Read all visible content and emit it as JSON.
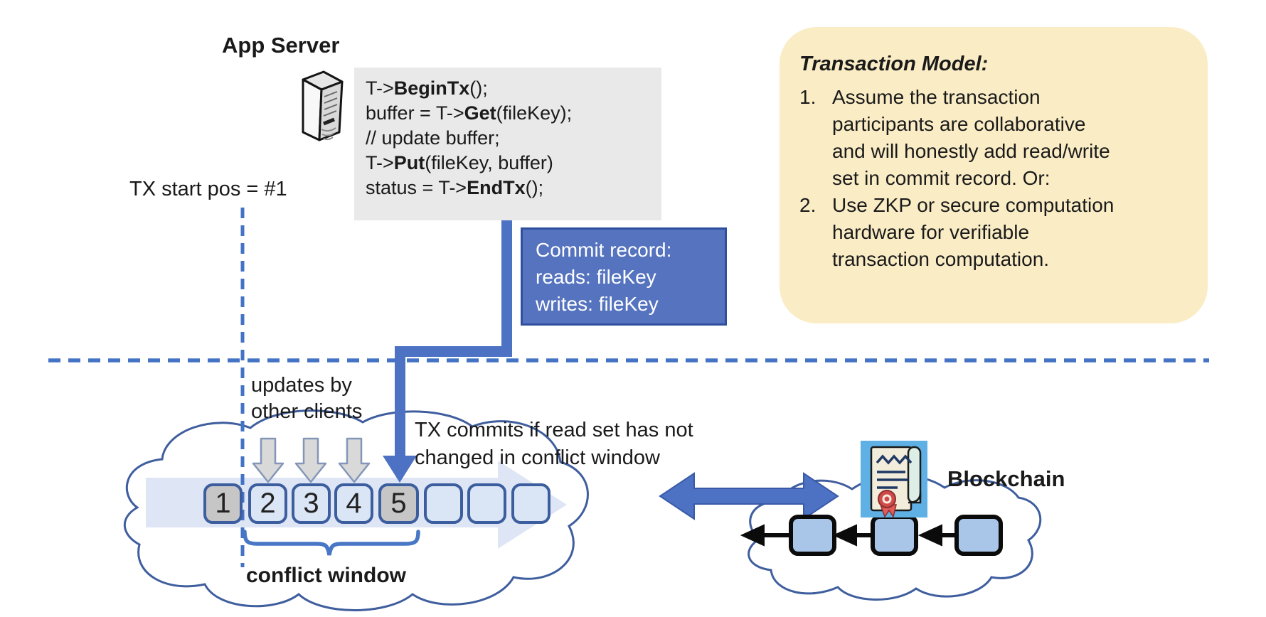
{
  "app_server": {
    "title": "App Server"
  },
  "code_block": {
    "lines": [
      {
        "segs": [
          {
            "t": "T->"
          },
          {
            "t": "BeginTx"
          },
          {
            "t": "();"
          }
        ]
      },
      {
        "segs": [
          {
            "t": "buffer = T->"
          },
          {
            "t": "Get"
          },
          {
            "t": "(fileKey);"
          }
        ]
      },
      {
        "segs": [
          {
            "t": "// update buffer;"
          }
        ]
      },
      {
        "segs": [
          {
            "t": "T->"
          },
          {
            "t": "Put"
          },
          {
            "t": "(fileKey, buffer)"
          }
        ]
      },
      {
        "segs": [
          {
            "t": "status = T->"
          },
          {
            "t": "EndTx"
          },
          {
            "t": "();"
          }
        ]
      }
    ]
  },
  "tx_start_label": "TX start pos = #1",
  "commit_record": {
    "lines": [
      "Commit record:",
      "reads: fileKey",
      "writes: fileKey"
    ]
  },
  "transaction_model": {
    "title": "Transaction Model:",
    "items": [
      {
        "num": "1.",
        "text": "Assume the transaction\nparticipants are collaborative\nand will honestly add read/write\nset in commit record.  Or:"
      },
      {
        "num": "2.",
        "text": "Use ZKP or secure computation\nhardware for verifiable\ntransaction computation."
      }
    ]
  },
  "annotations": {
    "updates_by": "updates by\nother clients",
    "tx_commits": "TX commits if read set has not\nchanged in conflict window",
    "conflict_window": "conflict window",
    "blockchain": "Blockchain"
  },
  "timeline": {
    "slots": [
      "1",
      "2",
      "3",
      "4",
      "5",
      "",
      "",
      ""
    ],
    "highlighted_slots": [
      "1",
      "5"
    ]
  },
  "icons": {
    "server": "server-icon",
    "certificate": "certificate-icon"
  },
  "colors": {
    "accent_blue": "#4D72C4",
    "dashed_blue": "#4472C4",
    "commit_fill": "#5573BE",
    "commit_border": "#2F4F9E",
    "panel_yellow": "#FAEDC6",
    "code_gray": "#E9E9E9",
    "slot_blue": "#DAE5F5",
    "slot_gray": "#C6C6C6",
    "slot_border": "#3C5E9E",
    "band_blue": "#D7E1F4",
    "cloud_stroke": "#3F5E9E",
    "chain_block_fill": "#A9C6E8",
    "cert_bg": "#5FB0E4",
    "seal_red": "#D04A4A"
  }
}
